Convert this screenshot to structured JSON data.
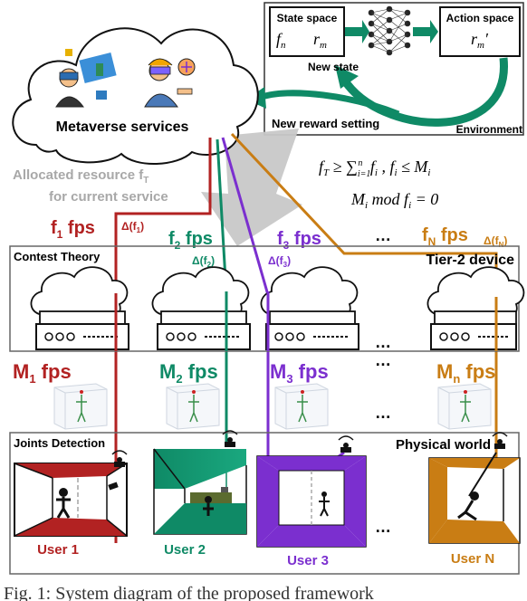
{
  "rl": {
    "state_space_label": "State space",
    "state_fn": "f",
    "state_fn_sub": "n",
    "state_rm": "r",
    "state_rm_sub": "m",
    "action_space_label": "Action space",
    "action_rm": "r",
    "action_rm_sub": "m",
    "action_prime": "′",
    "new_state": "New state",
    "new_reward": "New reward setting",
    "environment": "Environment"
  },
  "cloud": {
    "label": "Metaverse services"
  },
  "allocated": {
    "line1": "Allocated resource f",
    "line1_sub": "T",
    "line2": "for current service"
  },
  "equations": {
    "eq1_prefix": "f",
    "eq1_prefix_sub": "T",
    "eq1_rest": " ≥ ∑",
    "eq1_sum_lower": "i=1",
    "eq1_sum_upper": "n",
    "eq1_tail": " f",
    "eq1_tail_sub": "i",
    "eq1_cond": " , f",
    "eq1_cond_sub": "i",
    "eq1_cond_tail": " ≤ M",
    "eq1_cond_tail_sub": "i",
    "eq2_prefix": "M",
    "eq2_prefix_sub": "i",
    "eq2_mod": " mod f",
    "eq2_mod_sub": "i",
    "eq2_tail": " = 0"
  },
  "rates": {
    "f1": "f",
    "f1_sub": "1",
    "f1_unit": " fps",
    "d1": "Δ(f",
    "d1_sub": "1",
    "d1_close": ")",
    "f2": "f",
    "f2_sub": "2",
    "f2_unit": " fps",
    "d2": "Δ(f",
    "d2_sub": "2",
    "d2_close": ")",
    "f3": "f",
    "f3_sub": "3",
    "f3_unit": " fps",
    "d3": "Δ(f",
    "d3_sub": "3",
    "d3_close": ")",
    "fN": "f",
    "fN_sub": "N",
    "fN_unit": " fps",
    "dN": "Δ(f",
    "dN_sub": "N",
    "dN_close": ")",
    "ellipsis": "…"
  },
  "tier2": {
    "title": "Contest Theory",
    "device": "Tier-2 device"
  },
  "mrates": {
    "m1": "M",
    "m1_sub": "1",
    "m1_unit": " fps",
    "m2": "M",
    "m2_sub": "2",
    "m2_unit": " fps",
    "m3": "M",
    "m3_sub": "3",
    "m3_unit": " fps",
    "mn": "M",
    "mn_sub": "n",
    "mn_unit": " fps"
  },
  "physical": {
    "title": "Joints Detection",
    "world": "Physical world",
    "user1": "User 1",
    "user2": "User 2",
    "user3": "User 3",
    "userN": "User N"
  },
  "colors": {
    "red": "#b22222",
    "green": "#0f8a66",
    "purple": "#7b2fcf",
    "orange": "#c97d14",
    "dark": "#111111"
  }
}
